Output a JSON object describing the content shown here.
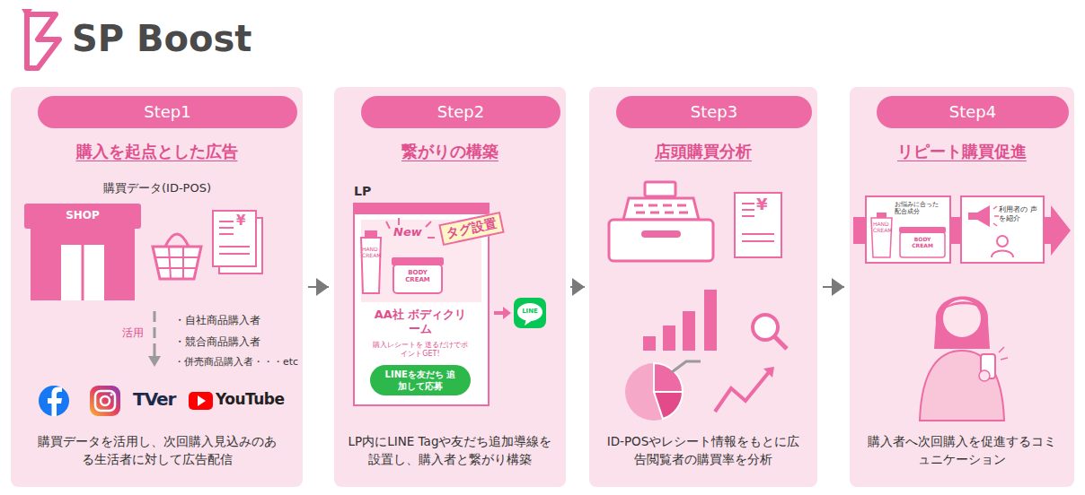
{
  "diagram": {
    "title": "SP Boost",
    "nodes": [
      {
        "text": [
          "購入を起点とした広告",
          "購買データを活用し、次回購入見込みのある生活者に対して広告配信"
        ]
      },
      {
        "text": [
          "Step1"
        ],
        "in": 0
      },
      {
        "text": [
          "繋がりの構築",
          "LP内にLINE Tagや友だち追加導線を設置し、購入者と繋がり構築"
        ]
      },
      {
        "text": [
          "Step2"
        ],
        "in": 2
      },
      {
        "text": [
          "店頭購買分析",
          "ID-POSやレシート情報をもとに広告閲覧者の購買率を分析"
        ]
      },
      {
        "text": [
          "Step3"
        ],
        "in": 4
      },
      {
        "text": [
          "リピート購買促進",
          "購入者へ次回購入を促進するコミュニケーション"
        ]
      },
      {
        "text": [
          "Step4"
        ],
        "in": 6
      }
    ],
    "edges": [
      {
        "from": 0,
        "to": 2,
        "arrow": "to"
      },
      {
        "from": 2,
        "to": 4,
        "arrow": "to"
      },
      {
        "from": 4,
        "to": 6,
        "arrow": "to"
      }
    ],
    "labels": [
      "購買データ(ID-POS)",
      "SHOP",
      "¥",
      "活用",
      "・自社商品購入者",
      "・競合商品購入者",
      "・併売商品購入者・・・etc",
      "TVer",
      "YouTube",
      "LP",
      "New",
      "タグ設置",
      "HAND CREAM",
      "BODY CREAM",
      "AA社 ボディクリーム",
      "購入レシートを 送るだけでポイントGET!",
      "LINEを友だち 追加して応募",
      "LINE",
      "¥",
      "HAND CREAM",
      "BODY CREAM",
      "お悩みに合った 配合成分",
      "利用者の 声を紹介"
    ]
  }
}
